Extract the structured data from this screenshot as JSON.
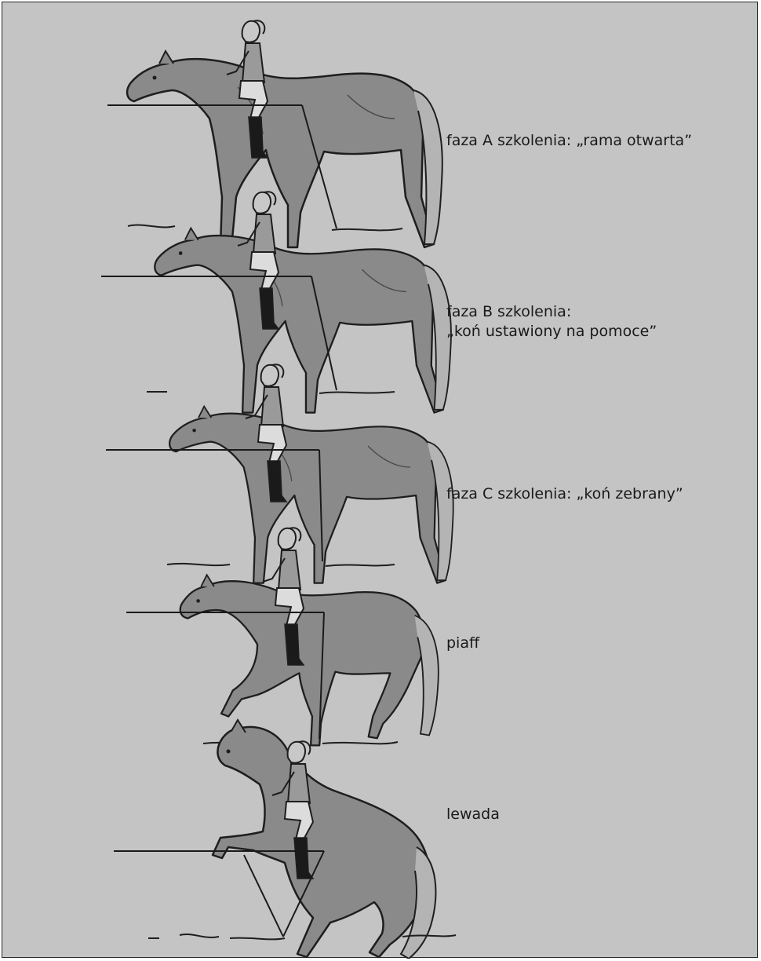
{
  "colors": {
    "background": "#c4c4c4",
    "horse": "#8a8a8a",
    "horse_dark": "#6f6f6f",
    "outline": "#1e1e1e",
    "rider_boot": "#1a1a1a",
    "tail": "#b4b4b4"
  },
  "stages": [
    {
      "id": "a",
      "label_lines": [
        "faza A szkolenia: „rama otwarta”"
      ]
    },
    {
      "id": "b",
      "label_lines": [
        "faza B szkolenia:",
        "„koń ustawiony na pomoce”"
      ]
    },
    {
      "id": "c",
      "label_lines": [
        "faza C szkolenia: „koń zebrany”"
      ]
    },
    {
      "id": "d",
      "label_lines": [
        "piaff"
      ]
    },
    {
      "id": "e",
      "label_lines": [
        "lewada"
      ]
    }
  ]
}
